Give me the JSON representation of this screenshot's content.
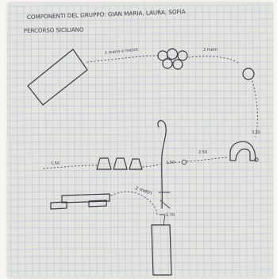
{
  "sheet": {
    "header_line1": "COMPONENTI DEL GRUPPO: GIAN MARIA, LAURA, SOFIA",
    "header_line2": "PERCORSO SICILIANO"
  },
  "labels": {
    "top_distance": "1 metro e mezzo",
    "top_right": "2 metri",
    "left_short": "1.50",
    "center_short": "1.50",
    "right_mid": "2.50",
    "far_right": "3.50",
    "diagonal": "2 metri",
    "bottom_center": "1.70"
  },
  "colors": {
    "paper": "#e3e3e0",
    "grid": "#9fb6c9",
    "ink": "#3d3c45"
  }
}
